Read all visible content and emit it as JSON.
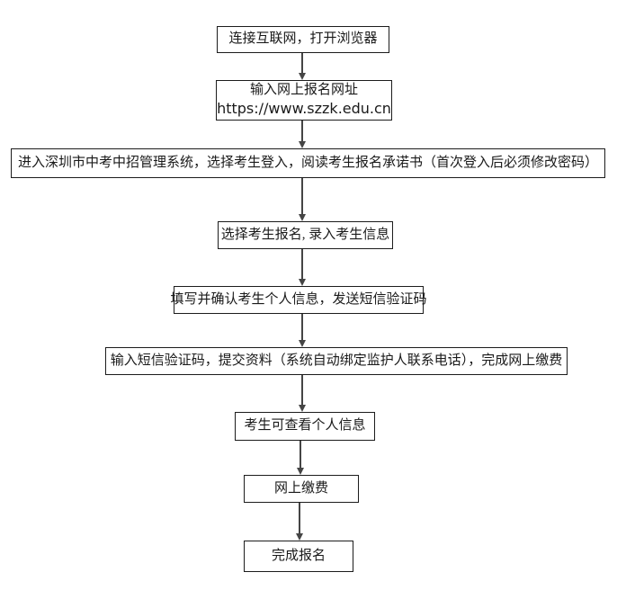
{
  "flowchart": {
    "description": "online-registration-process-flowchart",
    "steps": [
      {
        "name": "connect-internet",
        "lines": [
          "连接互联网，打开浏览器"
        ]
      },
      {
        "name": "enter-url",
        "lines": [
          "输入网上报名网址",
          "https://www.szzk.edu.cn"
        ]
      },
      {
        "name": "login-read-pledge",
        "lines": [
          "进入深圳市中考中招管理系统，选择考生登入，阅读考生报名承诺书（首次登入后必须修改密码）"
        ]
      },
      {
        "name": "select-register",
        "lines": [
          "选择考生报名, 录入考生信息"
        ]
      },
      {
        "name": "fill-confirm-info",
        "lines": [
          "填写并确认考生个人信息，发送短信验证码"
        ]
      },
      {
        "name": "submit-materials",
        "lines": [
          "输入短信验证码，提交资料（系统自动绑定监护人联系电话），完成网上缴费"
        ]
      },
      {
        "name": "view-personal-info",
        "lines": [
          "考生可查看个人信息"
        ]
      },
      {
        "name": "online-payment",
        "lines": [
          "网上缴费"
        ]
      },
      {
        "name": "complete-register",
        "lines": [
          "完成报名"
        ]
      }
    ],
    "colors": {
      "page_bg": "#ffffff",
      "box_border": "#1c1c1c",
      "box_background": "#ffffff",
      "text": "#1a1a1a",
      "arrow": "#454545"
    }
  }
}
